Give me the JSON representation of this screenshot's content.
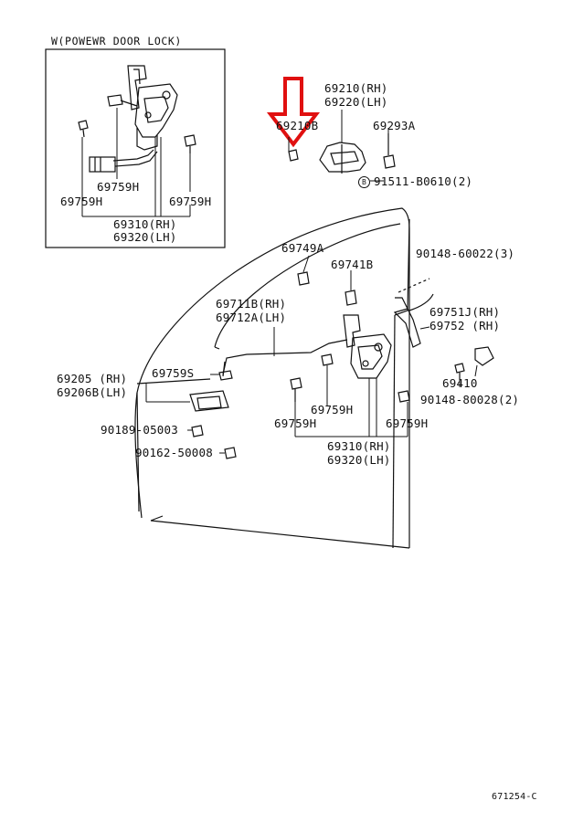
{
  "inset": {
    "title": "W(POWEWR DOOR LOCK)",
    "labels": {
      "h_top": "69759H",
      "h_left": "69759H",
      "h_right": "69759H",
      "rh": "69310(RH)",
      "lh": "69320(LH)"
    }
  },
  "main": {
    "handle_rh": "69210(RH)",
    "handle_lh": "69220(LH)",
    "part_b": "69210B",
    "part_a": "69293A",
    "bolt_marker": "B",
    "bolt": "91511-B0610(2)",
    "p_69749a": "69749A",
    "p_69741b": "69741B",
    "p_90148_top": "90148-60022(3)",
    "rod_rh": "69711B(RH)",
    "rod_lh": "69712A(LH)",
    "cable_rh": "69751J(RH)",
    "cable_rh2": "69752  (RH)",
    "p_69759s": "69759S",
    "inner_rh": "69205 (RH)",
    "inner_lh": "69206B(LH)",
    "p_69410": "69410",
    "p_90148_bot": "90148-80028(2)",
    "h_center": "69759H",
    "h_left": "69759H",
    "h_right": "69759H",
    "p_90189": "90189-05003",
    "p_90162": "90162-50008",
    "lock_rh": "69310(RH)",
    "lock_lh": "69320(LH)"
  },
  "footer": {
    "code": "671254-C"
  },
  "colors": {
    "arrow": "#e01010",
    "ink": "#111111"
  }
}
